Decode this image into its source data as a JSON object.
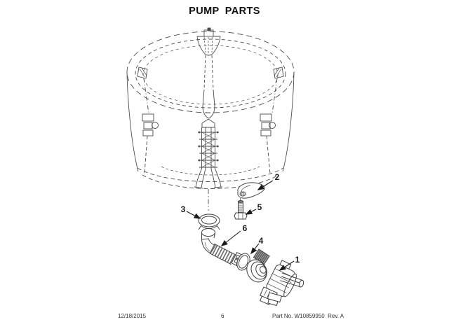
{
  "page": {
    "title": "PUMP PARTS"
  },
  "diagram": {
    "description_not_rendered": "",
    "callouts": [
      {
        "label": "1"
      },
      {
        "label": "2"
      },
      {
        "label": "3"
      },
      {
        "label": "4"
      },
      {
        "label": "5"
      },
      {
        "label": "6"
      }
    ]
  },
  "footer": {
    "date": "12/18/2015",
    "page_number": "6",
    "part_number": "Part No. W10859950  Rev. A"
  },
  "colors": {
    "background": "#ffffff",
    "line_art": "#4a4a4a",
    "text": "#1a1a1a",
    "shaded_part": "#999999"
  }
}
